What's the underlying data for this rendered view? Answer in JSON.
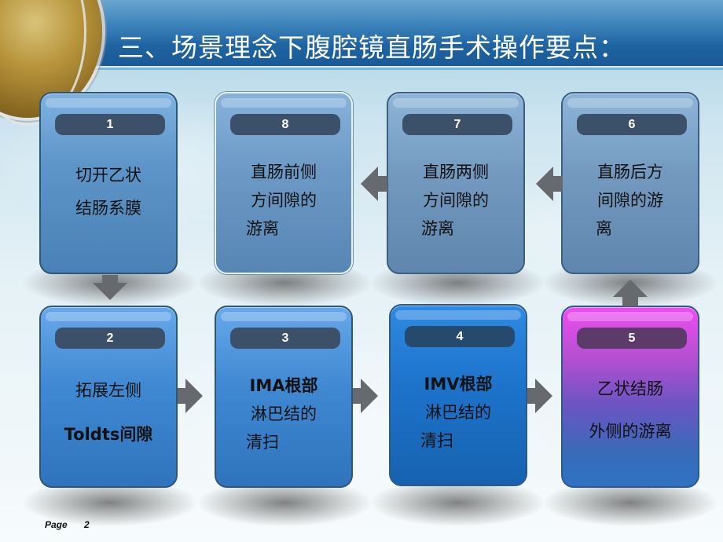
{
  "title": "三、场景理念下腹腔镜直肠手术操作要点：",
  "steps": [
    {
      "num": "1",
      "lines": [
        "切开乙状",
        "结肠系膜"
      ]
    },
    {
      "num": "8",
      "lines": [
        "直肠前侧",
        "方间隙的",
        "游离"
      ]
    },
    {
      "num": "7",
      "lines": [
        "直肠两侧",
        "方间隙的",
        "游离"
      ]
    },
    {
      "num": "6",
      "lines": [
        "直肠后方",
        "间隙的游",
        "离"
      ]
    },
    {
      "num": "2",
      "lines": [
        "拓展左侧",
        "Toldts间隙"
      ]
    },
    {
      "num": "3",
      "lines": [
        "IMA根部",
        "淋巴结的",
        "清扫"
      ]
    },
    {
      "num": "4",
      "lines": [
        "IMV根部",
        "淋巴结的",
        "清扫"
      ]
    },
    {
      "num": "5",
      "lines": [
        "乙状结肠",
        "外侧的游离"
      ]
    }
  ],
  "arrows": [
    {
      "from": "1",
      "to": "2",
      "direction": "down-arrow-icon"
    },
    {
      "from": "2",
      "to": "3",
      "direction": "right-arrow-icon"
    },
    {
      "from": "3",
      "to": "4",
      "direction": "right-arrow-icon"
    },
    {
      "from": "4",
      "to": "5",
      "direction": "right-arrow-icon"
    },
    {
      "from": "5",
      "to": "6",
      "direction": "up-arrow-icon"
    },
    {
      "from": "6",
      "to": "7",
      "direction": "left-arrow-icon"
    },
    {
      "from": "7",
      "to": "8",
      "direction": "left-arrow-icon"
    }
  ],
  "colors": {
    "header": "#1e63a1",
    "number_pill": "#3c5069",
    "arrow": "#666a6e",
    "step5_top": "#f04ef0",
    "step4": "#1d73ca"
  },
  "footer": {
    "page_label": "Page",
    "page_number": "2"
  }
}
